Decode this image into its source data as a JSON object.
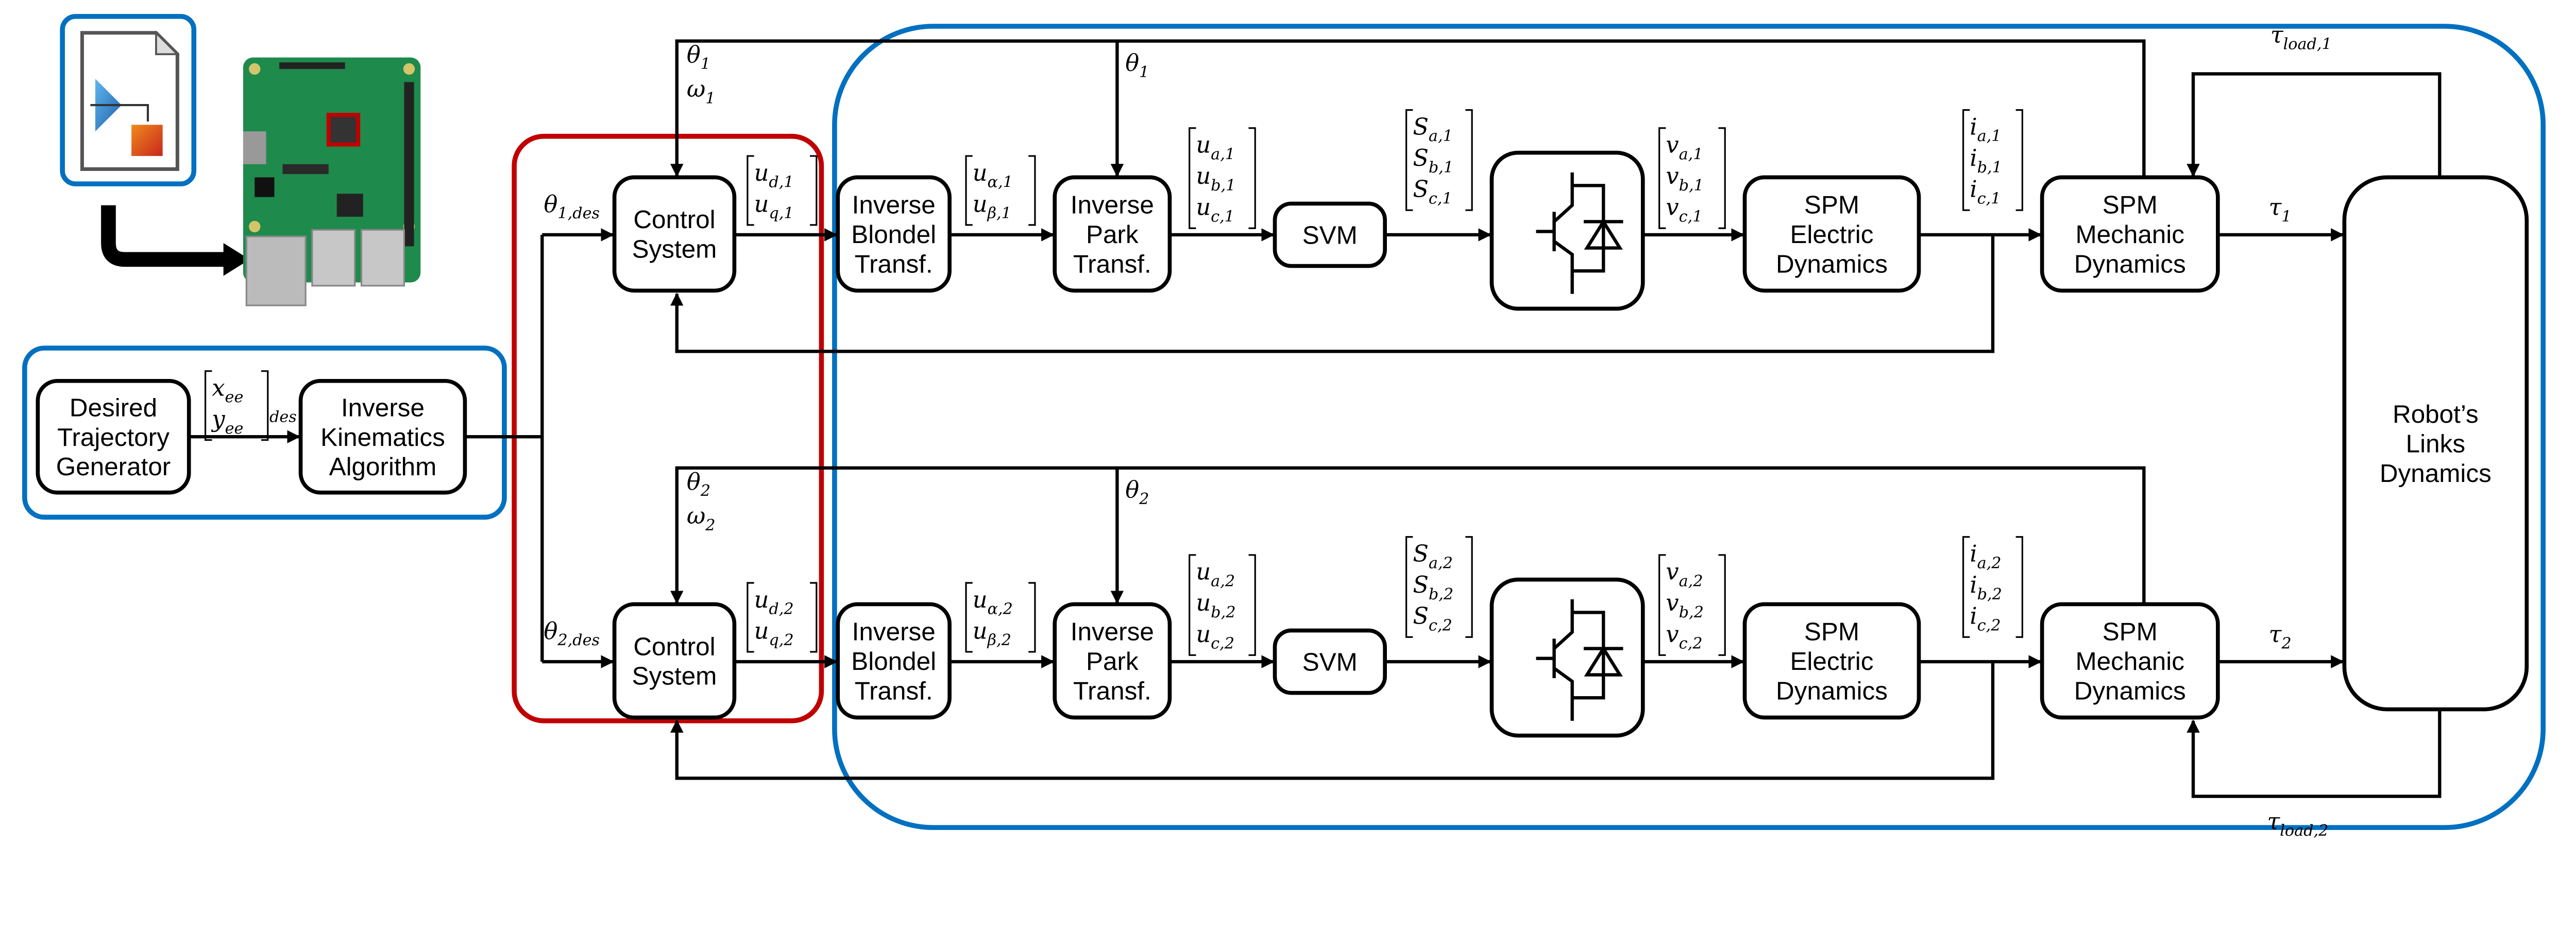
{
  "diagram": {
    "colors": {
      "hardware_group": "#0070C0",
      "controller_group": "#C00000",
      "lines": "#000000"
    },
    "icons": {
      "model_file": "simulink-model-file-icon",
      "board": "raspberry-pi-board-image",
      "deploy": "deploy-arrow-icon",
      "inverter": "igbt-inverter-icon"
    },
    "blocks": {
      "desired_trajectory": [
        "Desired",
        "Trajectory",
        "Generator"
      ],
      "inverse_kinematics": [
        "Inverse",
        "Kinematics",
        "Algorithm"
      ],
      "robot_links": [
        "Robot’s",
        "Links",
        "Dynamics"
      ]
    },
    "trajectory_signal": {
      "entries": [
        {
          "b": "x",
          "s": "ee"
        },
        {
          "b": "y",
          "s": "ee"
        }
      ],
      "sub": "des"
    },
    "joints": [
      {
        "control_system": [
          "Control",
          "System"
        ],
        "inverse_blondel": [
          "Inverse",
          "Blondel",
          "Transf."
        ],
        "inverse_park": [
          "Inverse",
          "Park",
          "Transf."
        ],
        "svm": [
          "SVM"
        ],
        "spm_electric": [
          "SPM",
          "Electric",
          "Dynamics"
        ],
        "spm_mechanic": [
          "SPM",
          "Mechanic",
          "Dynamics"
        ],
        "signals": {
          "theta_des": {
            "b": "θ",
            "s": "1,des"
          },
          "feedback_theta": {
            "b": "θ",
            "s": "1"
          },
          "feedback_omega": {
            "b": "ω",
            "s": "1"
          },
          "theta_park": {
            "b": "θ",
            "s": "1"
          },
          "u_dq": [
            {
              "b": "u",
              "s": "d,1"
            },
            {
              "b": "u",
              "s": "q,1"
            }
          ],
          "u_alphabeta": [
            {
              "b": "u",
              "s": "α,1"
            },
            {
              "b": "u",
              "s": "β,1"
            }
          ],
          "u_abc": [
            {
              "b": "u",
              "s": "a,1"
            },
            {
              "b": "u",
              "s": "b,1"
            },
            {
              "b": "u",
              "s": "c,1"
            }
          ],
          "s_abc": [
            {
              "b": "S",
              "s": "a,1"
            },
            {
              "b": "S",
              "s": "b,1"
            },
            {
              "b": "S",
              "s": "c,1"
            }
          ],
          "v_abc": [
            {
              "b": "v",
              "s": "a,1"
            },
            {
              "b": "v",
              "s": "b,1"
            },
            {
              "b": "v",
              "s": "c,1"
            }
          ],
          "i_abc": [
            {
              "b": "i",
              "s": "a,1"
            },
            {
              "b": "i",
              "s": "b,1"
            },
            {
              "b": "i",
              "s": "c,1"
            }
          ],
          "tau": {
            "b": "τ",
            "s": "1"
          },
          "tau_load": {
            "b": "τ",
            "s": "load,1"
          }
        }
      },
      {
        "control_system": [
          "Control",
          "System"
        ],
        "inverse_blondel": [
          "Inverse",
          "Blondel",
          "Transf."
        ],
        "inverse_park": [
          "Inverse",
          "Park",
          "Transf."
        ],
        "svm": [
          "SVM"
        ],
        "spm_electric": [
          "SPM",
          "Electric",
          "Dynamics"
        ],
        "spm_mechanic": [
          "SPM",
          "Mechanic",
          "Dynamics"
        ],
        "signals": {
          "theta_des": {
            "b": "θ",
            "s": "2,des"
          },
          "feedback_theta": {
            "b": "θ",
            "s": "2"
          },
          "feedback_omega": {
            "b": "ω",
            "s": "2"
          },
          "theta_park": {
            "b": "θ",
            "s": "2"
          },
          "u_dq": [
            {
              "b": "u",
              "s": "d,2"
            },
            {
              "b": "u",
              "s": "q,2"
            }
          ],
          "u_alphabeta": [
            {
              "b": "u",
              "s": "α,2"
            },
            {
              "b": "u",
              "s": "β,2"
            }
          ],
          "u_abc": [
            {
              "b": "u",
              "s": "a,2"
            },
            {
              "b": "u",
              "s": "b,2"
            },
            {
              "b": "u",
              "s": "c,2"
            }
          ],
          "s_abc": [
            {
              "b": "S",
              "s": "a,2"
            },
            {
              "b": "S",
              "s": "b,2"
            },
            {
              "b": "S",
              "s": "c,2"
            }
          ],
          "v_abc": [
            {
              "b": "v",
              "s": "a,2"
            },
            {
              "b": "v",
              "s": "b,2"
            },
            {
              "b": "v",
              "s": "c,2"
            }
          ],
          "i_abc": [
            {
              "b": "i",
              "s": "a,2"
            },
            {
              "b": "i",
              "s": "b,2"
            },
            {
              "b": "i",
              "s": "c,2"
            }
          ],
          "tau": {
            "b": "τ",
            "s": "2"
          },
          "tau_load": {
            "b": "τ",
            "s": "load,2"
          }
        }
      }
    ]
  }
}
